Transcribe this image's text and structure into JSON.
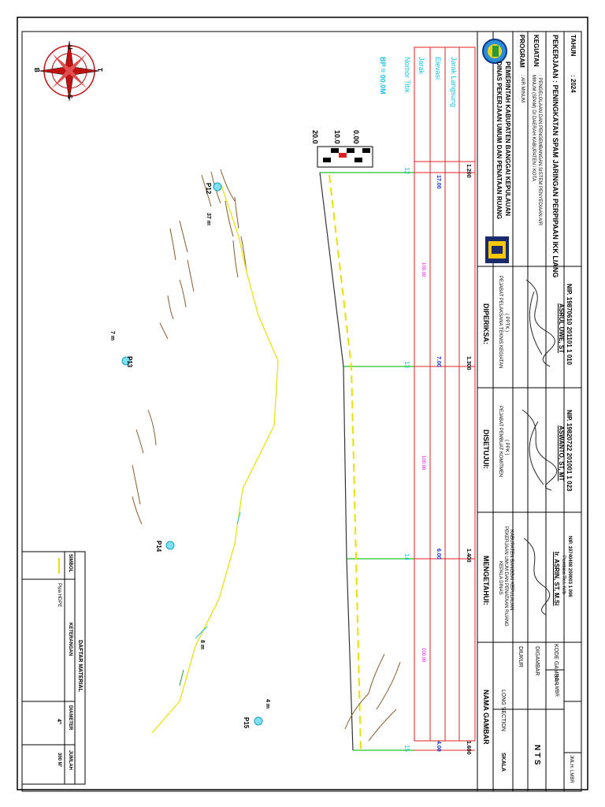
{
  "title_block": {
    "agency_line1": "PEMERINTAH KABUPATEN BANGGAI KEPULAUAN",
    "agency_line2": "DINAS PEKERJAAN UMUM DAN PENATAAN RUANG",
    "program_label": "PROGRAM",
    "program_value": ": AIR MINUM",
    "kegiatan_label": "KEGIATAN",
    "kegiatan_value1": ": PENGELOLAAN DAN PENGEMBANGAN SISTEM PENYEDIAAN AIR",
    "kegiatan_value2": "MINUM (SPAM) DI DAERAH KABUPATEN / KOTA",
    "pekerjaan": "PEKERJAAN : PENINGKATAN SPAM JARINGAN PERPIPAAN IKK LIANG",
    "tahun_label": "TAHUN",
    "tahun_value": ": 2024"
  },
  "sign": {
    "diperiksa": {
      "header": "DIPERIKSA:",
      "role1": "PEJABAT PELAKSANA TEKNIS KEGIATAN",
      "role2": "( PPTK )",
      "name": "ASRUL UWE, ST",
      "nip": "NIP. 19870610 201101 1 010"
    },
    "disetujui": {
      "header": "DISETUJUI:",
      "role1": "PEJABAT PEMBUAT KOMITMEN",
      "role2": "( PPK )",
      "name": "ASWANTO, ST, MT",
      "nip": "NIP. 19820722 201001 1 023"
    },
    "mengetahui": {
      "header": "MENGETAHUI:",
      "role1": "KEPALA DINAS",
      "role2": "PEKERJAAN UMUM DAN PENATAAN RUANG",
      "role3": "KABUPATEN BANGGAI KEPULAUAN",
      "name": "Ir. ASRIN, ST, M.Si",
      "rank": "Pembina Tk.I, IV/b",
      "nip": "NIP. 19740408 200003 1 006"
    }
  },
  "drawing_info": {
    "nama_gambar_label": "NAMA GAMBAR",
    "nama_gambar_value": "LONG SECTION",
    "skala_label": "SKALA",
    "skala_value": "N T S",
    "diukur_label": "DIUKUR",
    "digambar_label": "DIGAMBAR",
    "kode_gambar_label": "KODE GAMBAR",
    "no_lmbr_label": "NO. LMBR",
    "jmlh_lmbr_label": "JMLH. LMBR"
  },
  "profile": {
    "bp_label": "BP = 00.0M",
    "rows": [
      "Nomor Titik",
      "Jarak",
      "Elevasi",
      "Jarak Langsung"
    ],
    "scale_labels": [
      "20.0",
      "10.0",
      "0.00"
    ],
    "stations": [
      {
        "no": "12",
        "elev": "17.00",
        "jarak_langsung": "1.200",
        "elev_value": 17
      },
      {
        "no": "13",
        "elev": "7.00",
        "jarak_langsung": "1.300",
        "elev_value": 7
      },
      {
        "no": "14",
        "elev": "6.00",
        "jarak_langsung": "1.400",
        "elev_value": 6
      },
      {
        "no": "15",
        "elev": "4.00",
        "jarak_langsung": "1.600",
        "elev_value": 4
      }
    ],
    "spans": [
      "100.00",
      "100.00",
      "100.00"
    ]
  },
  "plan": {
    "points": [
      {
        "label": "P12",
        "dist": "37 m"
      },
      {
        "label": "P13",
        "dist": "7 m"
      },
      {
        "label": "P14",
        "dist": "8 m"
      },
      {
        "label": "P15",
        "dist": "4 m"
      }
    ],
    "compass": {
      "north": "U",
      "south": "S",
      "east": "T",
      "west": "B"
    }
  },
  "material": {
    "title": "DAFTAR MATERIAL",
    "headers": [
      "SIMBOL",
      "KETERANGAN",
      "DIAMETER",
      "JUMLAH"
    ],
    "rows": [
      {
        "keterangan": "Pipa HDPE",
        "diameter": "4\"",
        "jumlah": "300 M'"
      }
    ]
  },
  "colors": {
    "pipe": "#e8e000",
    "ground": "#20c020",
    "grid": "#e02020",
    "contour": "#8a5a2b",
    "accent": "#19c3e6"
  }
}
